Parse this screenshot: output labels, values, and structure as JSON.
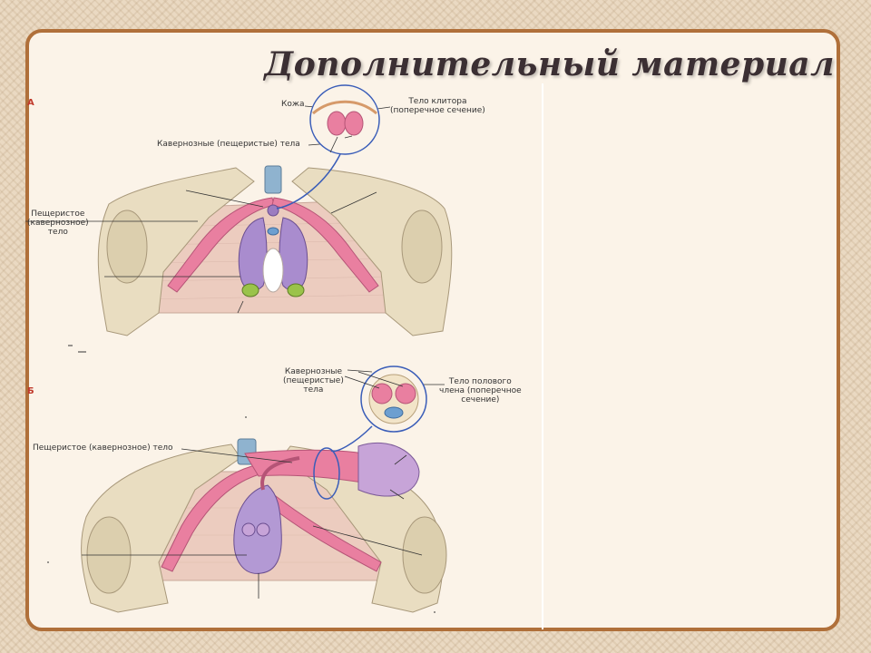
{
  "title": "Дополнительный материал",
  "panel_a": {
    "letter": "А",
    "label_skin": "Кожа",
    "label_clitoris_body_1": "Тело клитора",
    "label_clitoris_body_2": "(поперечное сечение)",
    "label_cavernous_bodies": "Кавернозные (пещеристые) тела",
    "label_left_1": "Пещеристое",
    "label_left_2": "(кавернозное)",
    "label_left_3": "тело"
  },
  "panel_b": {
    "letter": "Б",
    "label_cavernous_1": "Кавернозные",
    "label_cavernous_2": "(пещеристые)",
    "label_cavernous_3": "тела",
    "label_penis_body_1": "Тело полового",
    "label_penis_body_2": "члена (поперечное",
    "label_penis_body_3": "сечение)",
    "label_left": "Пещеристое (кавернозное) тело"
  },
  "colors": {
    "frame": "#b0703a",
    "bone": "#e8dcc0",
    "erectile": "#e97fa0",
    "bulb": "#9c7cc0",
    "gland": "#9ac34a",
    "membrane": "#e7c9bd",
    "highlight_circle": "#3a5db8"
  }
}
